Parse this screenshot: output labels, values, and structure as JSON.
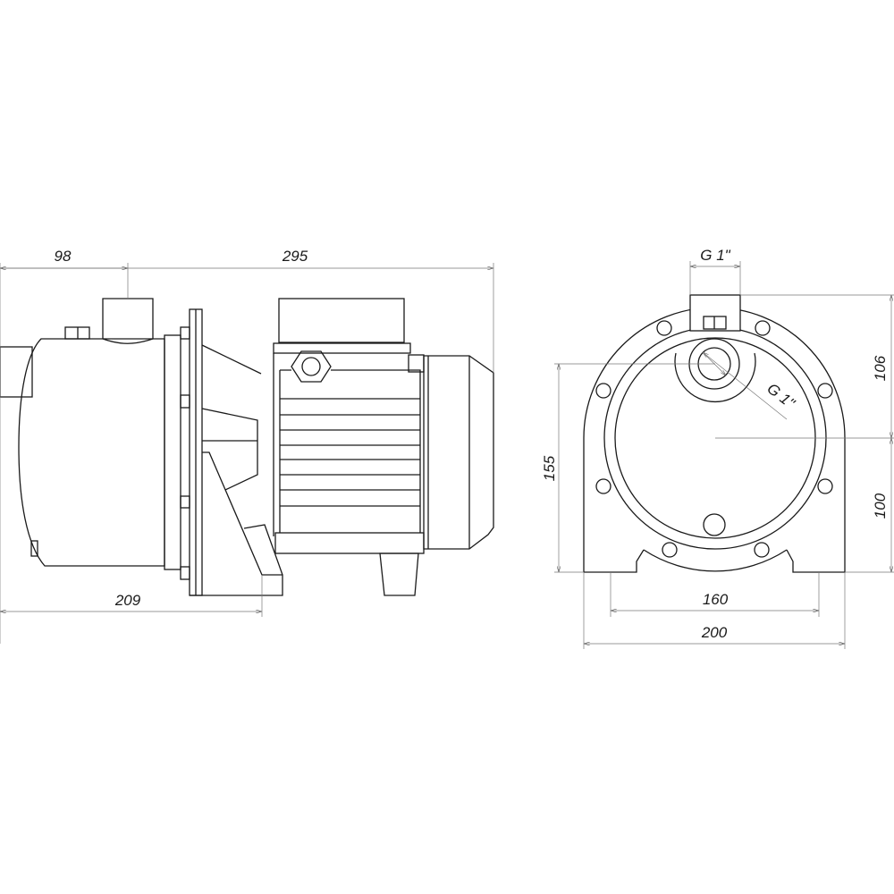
{
  "side_view": {
    "dim_inlet_to_outlet": "98",
    "dim_outlet_to_end": "295",
    "dim_inlet_to_base": "209"
  },
  "front_view": {
    "dim_outlet_thread_top": "G 1\"",
    "dim_outlet_thread_center": "G 1\"",
    "dim_top_to_axis": "106",
    "dim_axis_to_base": "100",
    "dim_outlet_center_height": "155",
    "dim_mount_holes": "160",
    "dim_base_width": "200"
  },
  "colors": {
    "line": "#1a1a1a",
    "dimension": "#777777"
  }
}
